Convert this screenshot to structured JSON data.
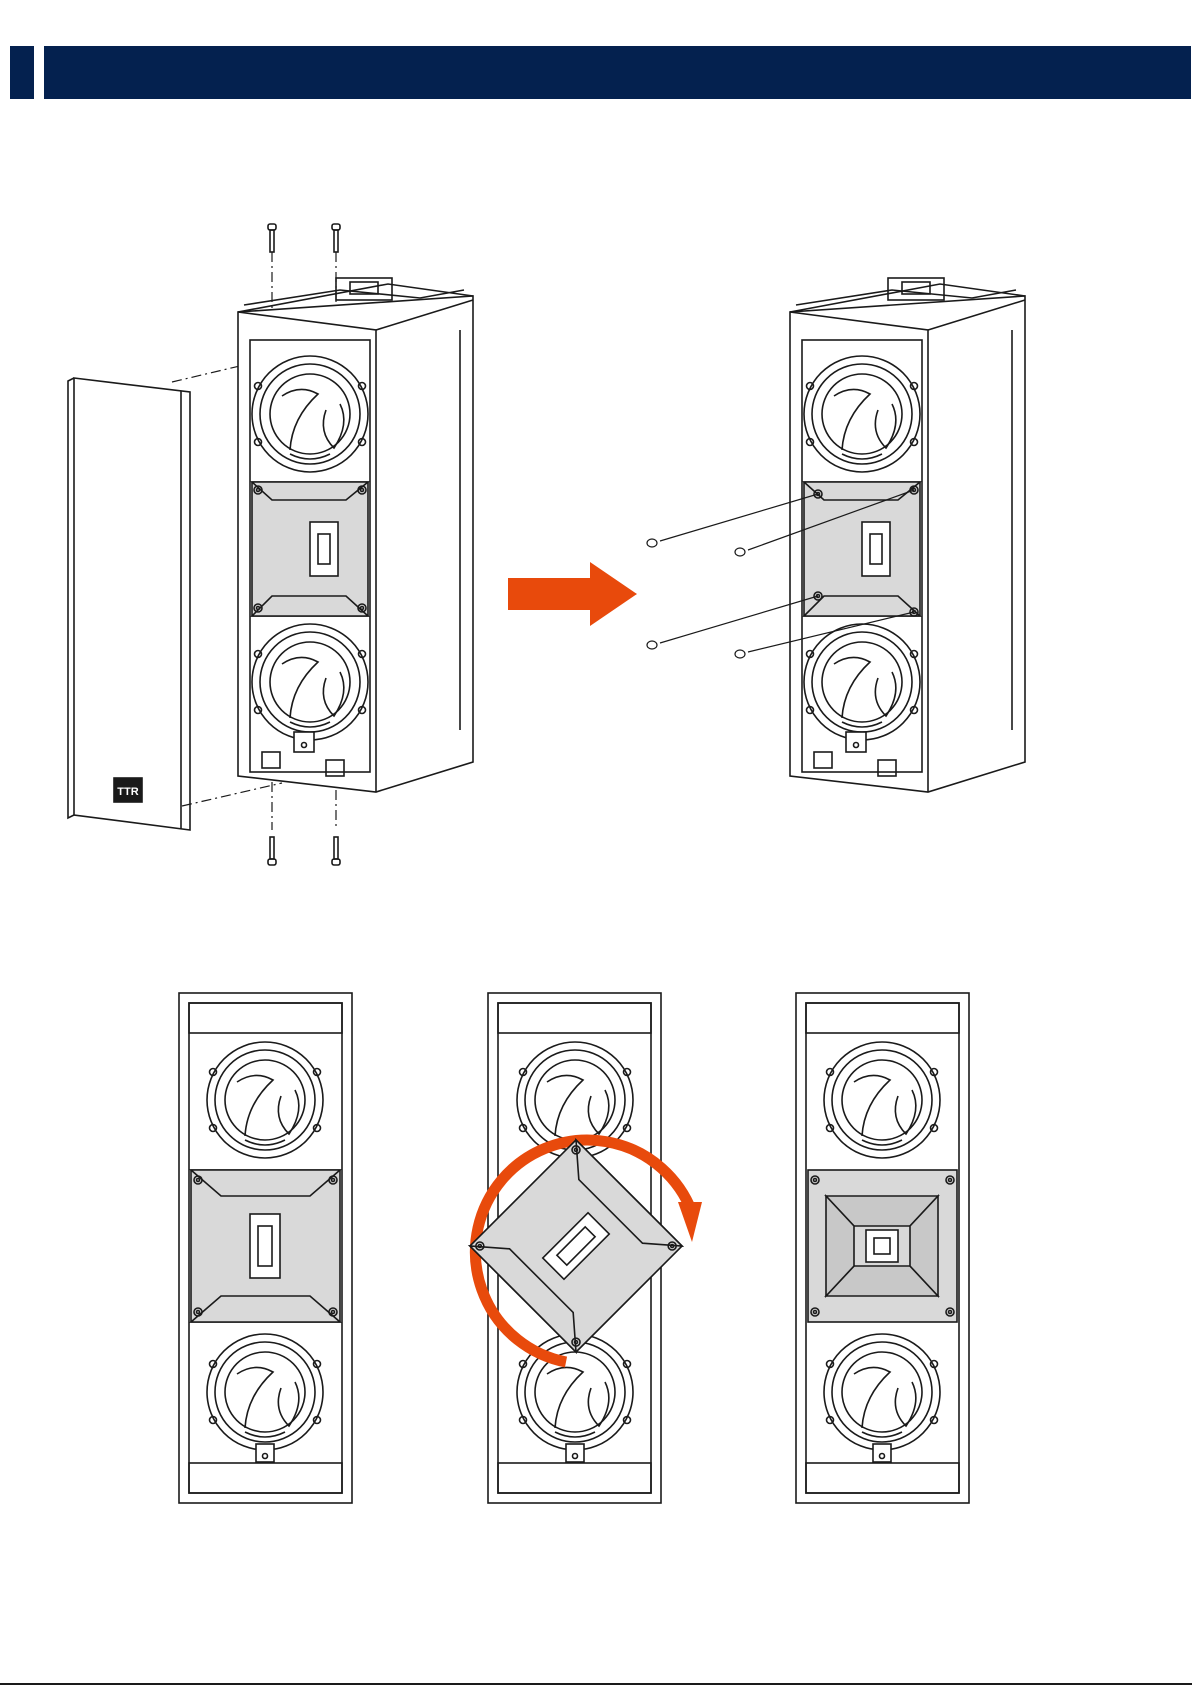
{
  "header": {
    "title": ""
  },
  "logo": {
    "text": "TTR"
  },
  "colors": {
    "header": "#04214f",
    "accent": "#e84a0c",
    "line": "#1a1a1a",
    "horn_fill": "#d9d9d9",
    "paper": "#ffffff"
  },
  "figures": [
    {
      "step": "remove-grille-screws"
    },
    {
      "step": "remove-horn-screws"
    },
    {
      "step": "horn-initial"
    },
    {
      "step": "horn-rotating"
    },
    {
      "step": "horn-rotated"
    }
  ]
}
